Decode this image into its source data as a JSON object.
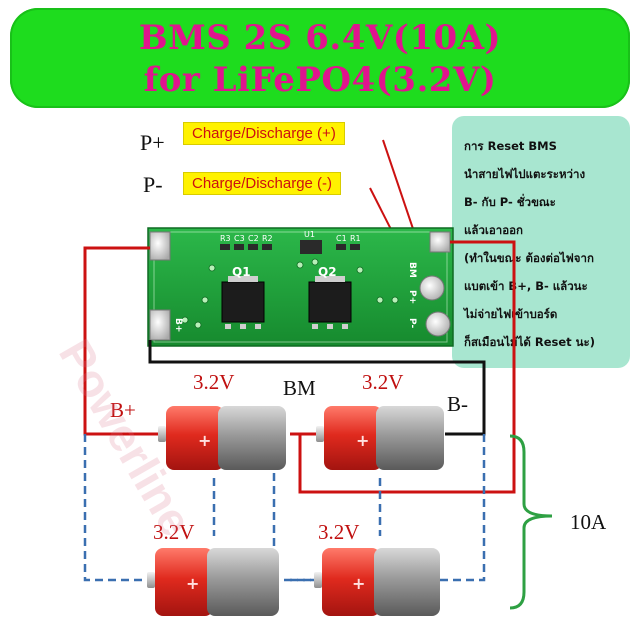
{
  "title": {
    "line1": "BMS 2S 6.4V(10A)",
    "line2": "for LiFePO4(3.2V)"
  },
  "board": {
    "pin_p_plus": "P+",
    "pin_p_minus": "P-",
    "tag_p_plus": "Charge/Discharge (+)",
    "tag_p_minus": "Charge/Discharge (-)",
    "silk": {
      "q1": "Q1",
      "q2": "Q2",
      "r3": "R3",
      "c3": "C3",
      "c2": "C2",
      "r2": "R2",
      "u1": "U1",
      "c1": "C1",
      "r1": "R1",
      "bm": "BM",
      "p_plus": "P+",
      "p_minus": "P-",
      "b_plus": "B+"
    }
  },
  "reset_note": {
    "lines": [
      "การ Reset BMS",
      "นำสายไฟไปแตะระหว่าง",
      "B- กับ P- ชั่วขณะ",
      "แล้วเอาออก",
      "(ทำในขณะ ต้องต่อไฟจาก",
      "แบตเข้า B+, B- แล้วนะ",
      "ไม่จ่ายไฟเข้าบอร์ด",
      "ก็สเมือนไม่ได้ Reset นะ)"
    ]
  },
  "wiring": {
    "b_plus": "B+",
    "bm": "BM",
    "b_minus": "B-",
    "current": "10A"
  },
  "cells": {
    "voltage_top_left": "3.2V",
    "voltage_top_right": "3.2V",
    "voltage_bottom_left": "3.2V",
    "voltage_bottom_right": "3.2V",
    "plus_symbol": "+"
  },
  "watermark": "Powerline",
  "colors": {
    "banner_bg": "#1edc1e",
    "banner_text": "#e0148e",
    "wire_red": "#cc1111",
    "wire_black": "#111111",
    "wire_blue_dashed": "#3a6fb0",
    "pcb_green": "#1fa23a",
    "note_bg": "#a8e6d0",
    "brace_green": "#2ea043"
  }
}
